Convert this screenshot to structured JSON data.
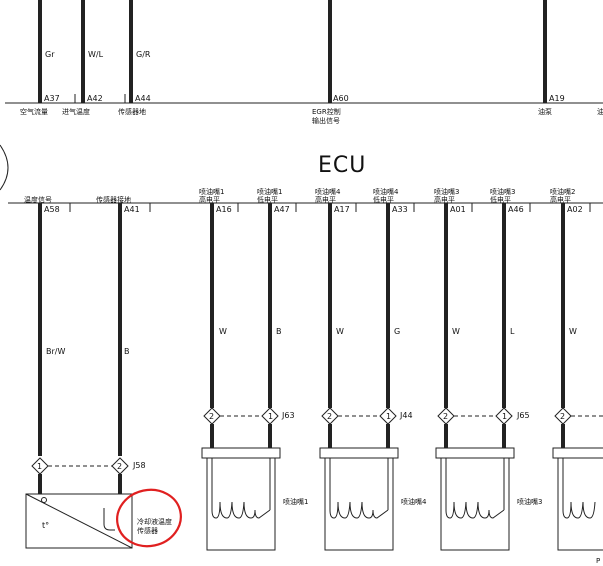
{
  "ecu": {
    "title": "ECU"
  },
  "top_pins": [
    {
      "pin": "A37",
      "color": "Gr",
      "label": "空气流量"
    },
    {
      "pin": "A42",
      "color": "W/L",
      "label": "进气温度"
    },
    {
      "pin": "A44",
      "color": "G/R",
      "label": "传感器地"
    },
    {
      "pin": "A60",
      "color": "",
      "label_line1": "EGR控制",
      "label_line2": "输出信号"
    },
    {
      "pin": "A19",
      "color": "",
      "label": "油泵"
    }
  ],
  "sensor": {
    "signal_label": "温度信号",
    "ground_label": "传感器接地",
    "signal_pin": "A58",
    "ground_pin": "A41",
    "signal_color": "Br/W",
    "ground_color": "B",
    "connector_pin_left": "1",
    "connector_pin_right": "2",
    "junction": "J58",
    "name_line1": "冷却液温度",
    "name_line2": "传感器",
    "symbol": "t°"
  },
  "injector_pins": [
    {
      "line1": "喷油嘴1",
      "line2": "高电平",
      "pin": "A16",
      "color": "W"
    },
    {
      "line1": "喷油嘴1",
      "line2": "低电平",
      "pin": "A47",
      "color": "B"
    },
    {
      "line1": "喷油嘴4",
      "line2": "高电平",
      "pin": "A17",
      "color": "W"
    },
    {
      "line1": "喷油嘴4",
      "line2": "低电平",
      "pin": "A33",
      "color": "G"
    },
    {
      "line1": "喷油嘴3",
      "line2": "高电平",
      "pin": "A01",
      "color": "W"
    },
    {
      "line1": "喷油嘴3",
      "line2": "低电平",
      "pin": "A46",
      "color": "L"
    },
    {
      "line1": "喷油嘴2",
      "line2": "高电平",
      "pin": "A02",
      "color": "W"
    }
  ],
  "injectors": [
    {
      "name": "喷油嘴1",
      "pin_left": "2",
      "pin_right": "1",
      "junction": "J63"
    },
    {
      "name": "喷油嘴4",
      "pin_left": "2",
      "pin_right": "1",
      "junction": "J44"
    },
    {
      "name": "喷油嘴3",
      "pin_left": "2",
      "pin_right": "1",
      "junction": "J65"
    },
    {
      "name": "",
      "pin_left": "2",
      "pin_right": "",
      "junction": ""
    }
  ],
  "highlight_color": "#e02020"
}
